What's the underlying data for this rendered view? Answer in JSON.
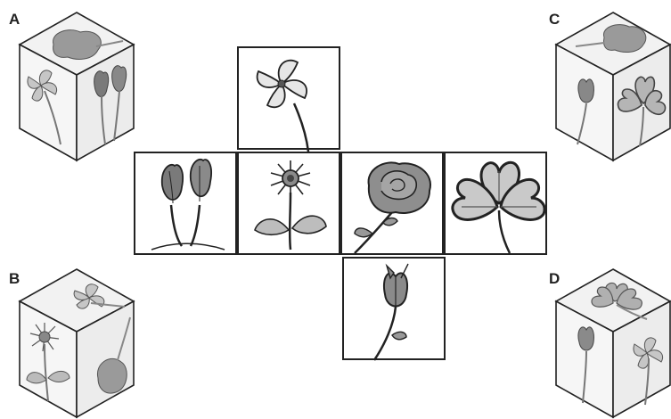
{
  "option_labels": {
    "a": "A",
    "b": "B",
    "c": "C",
    "d": "D"
  },
  "net_faces": {
    "top": "pinwheel-flower",
    "row": [
      "tulip-pair",
      "daisy",
      "rose",
      "clover"
    ],
    "bottom": "single-tulip"
  },
  "colors": {
    "ink": "#222222",
    "shade": "#8a8a8a",
    "light": "#cfcfcf"
  }
}
